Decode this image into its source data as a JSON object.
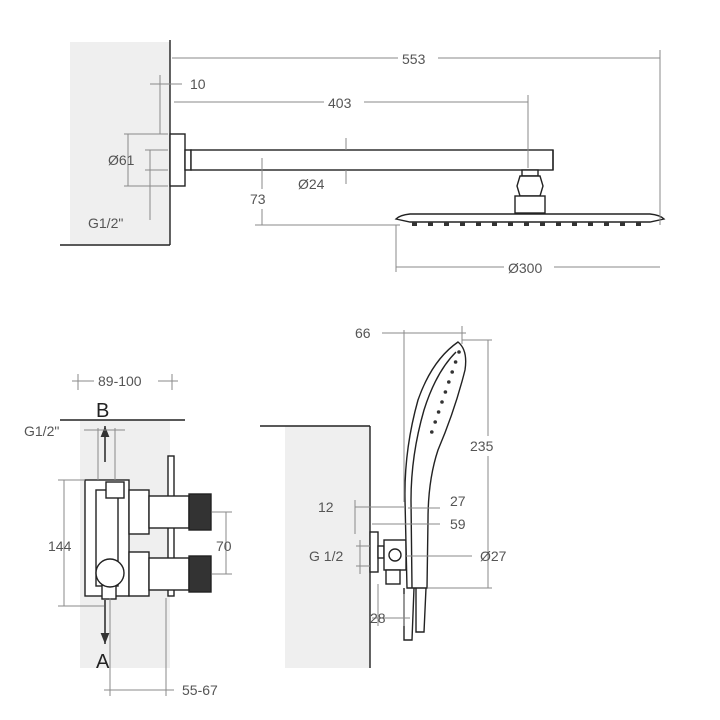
{
  "overhead_shower": {
    "dims": {
      "overall_length": "553",
      "wall_gap": "10",
      "arm_length": "403",
      "flange_diameter": "Ø61",
      "arm_diameter": "Ø24",
      "drop": "73",
      "thread": "G1/2\"",
      "head_diameter": "Ø300"
    }
  },
  "mixer_valve": {
    "dims": {
      "depth_range": "89-100",
      "outlet_b": "B",
      "thread": "G1/2\"",
      "height": "144",
      "spacing": "70",
      "outlet_a": "A",
      "projection_range": "55-67"
    }
  },
  "hand_shower": {
    "dims": {
      "head_width": "66",
      "length": "235",
      "offset_12": "12",
      "offset_27": "27",
      "offset_59": "59",
      "thread": "G 1/2",
      "diameter": "Ø27",
      "depth_28": "28"
    }
  },
  "colors": {
    "line": "#222222",
    "dimension": "#8a8a8a",
    "wall_hatch": "#eeeeee"
  }
}
